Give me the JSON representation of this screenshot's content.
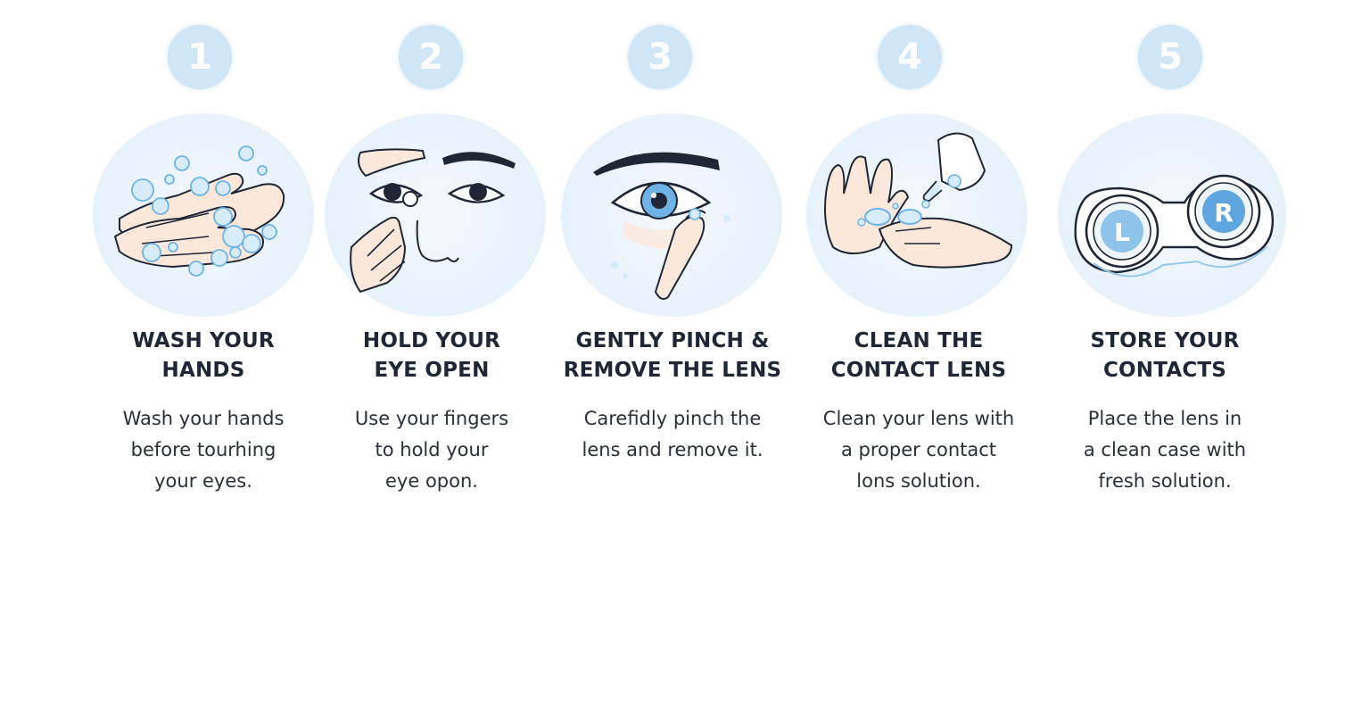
{
  "colors": {
    "badge": "#cfe6f7",
    "accent_blue": "#6fb3e6",
    "ink": "#1f2635",
    "skin": "#f9e3d2"
  },
  "steps": [
    {
      "number": "1",
      "icon": "washing-hands-icon",
      "title_lines": [
        "WASH YOUR",
        "HANDS"
      ],
      "desc_lines": [
        "Wash your hands",
        "before tourhing",
        "your eyes."
      ]
    },
    {
      "number": "2",
      "icon": "hold-eye-open-icon",
      "title_lines": [
        "HOLD YOUR",
        "EYE OPEN"
      ],
      "desc_lines": [
        "Use your fingers",
        "to hold your",
        "eye opon."
      ]
    },
    {
      "number": "3",
      "icon": "pinch-lens-icon",
      "title_lines": [
        "GENTLY PINCH &",
        "REMOVE THE LENS"
      ],
      "desc_lines": [
        "Carefidly pinch the",
        "lens and remove it."
      ]
    },
    {
      "number": "4",
      "icon": "clean-lens-icon",
      "title_lines": [
        "CLEAN THE",
        "CONTACT LENS"
      ],
      "desc_lines": [
        "Clean your lens with",
        "a proper contact",
        "lons solution."
      ]
    },
    {
      "number": "5",
      "icon": "lens-case-icon",
      "title_lines": [
        "STORE YOUR",
        "CONTACTS"
      ],
      "desc_lines": [
        "Place the lens in",
        "a clean case with",
        "fresh solution."
      ],
      "case_labels": [
        "L",
        "R"
      ]
    }
  ]
}
